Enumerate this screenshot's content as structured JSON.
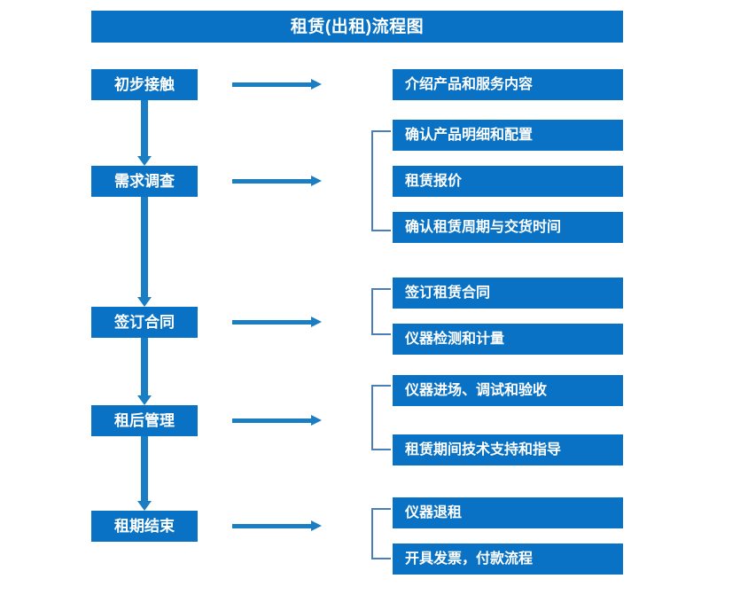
{
  "title": {
    "text": "租赁(出租)流程图"
  },
  "colors": {
    "box_blue": "#0a72c4",
    "arrow_blue": "#1b7ec2",
    "bracket_blue": "#4a7ebb",
    "text_white": "#ffffff",
    "background": "#ffffff"
  },
  "stages": [
    {
      "label": "初步接触"
    },
    {
      "label": "需求调查"
    },
    {
      "label": "签订合同"
    },
    {
      "label": "租后管理"
    },
    {
      "label": "租期结束"
    }
  ],
  "details": [
    {
      "label": "介绍产品和服务内容"
    },
    {
      "label": "确认产品明细和配置"
    },
    {
      "label": "租赁报价"
    },
    {
      "label": "确认租赁周期与交货时间"
    },
    {
      "label": "签订租赁合同"
    },
    {
      "label": "仪器检测和计量"
    },
    {
      "label": "仪器进场、调试和验收"
    },
    {
      "label": "租赁期间技术支持和指导"
    },
    {
      "label": "仪器退租"
    },
    {
      "label": "开具发票，付款流程"
    }
  ],
  "groups": [
    {
      "stage": "初步接触",
      "items": [
        "介绍产品和服务内容"
      ],
      "bracket": false
    },
    {
      "stage": "需求调查",
      "items": [
        "确认产品明细和配置",
        "租赁报价",
        "确认租赁周期与交货时间"
      ],
      "bracket": true
    },
    {
      "stage": "签订合同",
      "items": [
        "签订租赁合同",
        "仪器检测和计量"
      ],
      "bracket": true
    },
    {
      "stage": "租后管理",
      "items": [
        "仪器进场、调试和验收",
        "租赁期间技术支持和指导"
      ],
      "bracket": true
    },
    {
      "stage": "租期结束",
      "items": [
        "仪器退租",
        "开具发票，付款流程"
      ],
      "bracket": true
    }
  ],
  "icons": {
    "down_arrow": "down-arrow-icon",
    "right_arrow": "right-arrow-icon",
    "bracket": "group-bracket-icon"
  }
}
